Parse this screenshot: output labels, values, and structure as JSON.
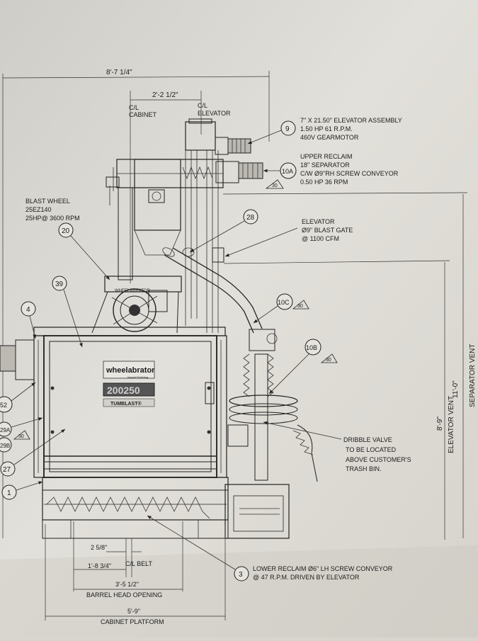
{
  "dimensions": {
    "overall_width": "8'-7 1/4\"",
    "cl_spacing": "2'-2 1/2\"",
    "cl_cabinet": [
      "C/L",
      "CABINET"
    ],
    "cl_elevator": [
      "C/L",
      "ELEVATOR"
    ],
    "elevator_vent_height": "8'-9\"",
    "elevator_vent_label": "ELEVATOR VENT",
    "separator_vent_height": "11'-0\"",
    "separator_vent_label": "SEPARATOR VENT",
    "belt_offset": "2 5/8\"",
    "cl_belt": "C/L BELT",
    "belt_to_opening": "1'-8 3/4\"",
    "barrel_head_width": "3'-5 1/2\"",
    "barrel_head_label": "BARREL HEAD OPENING",
    "platform_width": "5'-9\"",
    "platform_label": "CABINET PLATFORM"
  },
  "callouts": {
    "c9": {
      "num": "9",
      "lines": [
        "7\" X 21.50\" ELEVATOR ASSEMBLY",
        "1.50 HP 61 R.P.M.",
        "460V GEARMOTOR"
      ]
    },
    "c10a": {
      "num": "10A",
      "ref": "30",
      "lines": [
        "UPPER RECLAIM",
        "18\" SEPARATOR",
        "C/W Ø9\"RH SCREW CONVEYOR",
        "0.50 HP 36 RPM"
      ]
    },
    "blast_wheel": {
      "lines": [
        "BLAST WHEEL",
        "25EZ140",
        "25HP@ 3600 RPM"
      ]
    },
    "c20": {
      "num": "20"
    },
    "c28": {
      "num": "28"
    },
    "elevator_gate": {
      "lines": [
        "ELEVATOR",
        "Ø9\"  BLAST GATE",
        "@ 1100 CFM"
      ]
    },
    "c39": {
      "num": "39"
    },
    "c4": {
      "num": "4"
    },
    "c10c": {
      "num": "10C",
      "ref": "30"
    },
    "c10b": {
      "num": "10B",
      "ref": "30"
    },
    "c52": {
      "num": "52"
    },
    "c29a": {
      "num": "29A",
      "ref": "30"
    },
    "c29b": {
      "num": "29B"
    },
    "c27": {
      "num": "27"
    },
    "c1": {
      "num": "1"
    },
    "c3": {
      "num": "3",
      "lines": [
        "LOWER RECLAIM  Ø6\" LH SCREW CONVEYOR",
        "@ 47 R.P.M. DRIVEN BY ELEVATOR"
      ]
    },
    "dribble": {
      "lines": [
        "DRIBBLE VALVE",
        "TO BE LOCATED",
        "ABOVE CUSTOMER'S",
        "TRASH BIN."
      ]
    }
  },
  "machine": {
    "brand": "wheelabrator",
    "tagline": "Impact Finishing",
    "model_number": "200250",
    "product_name": "TUMBLAST®",
    "wheel_plate": "WHEELABRATOR"
  }
}
